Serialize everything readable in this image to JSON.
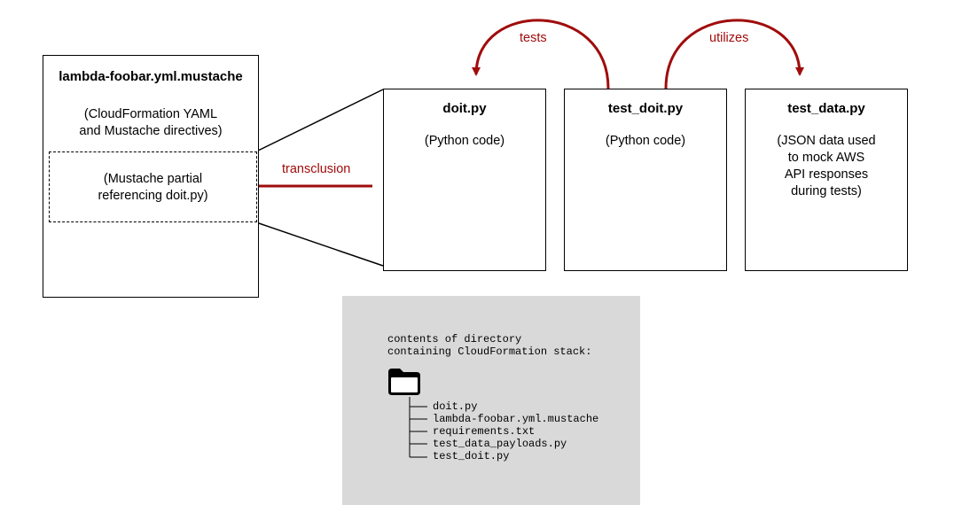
{
  "template": {
    "title": "lambda-foobar.yml.mustache",
    "description_lines": [
      "(CloudFormation YAML",
      "and Mustache directives)"
    ],
    "partial_lines": [
      "(Mustache partial",
      "referencing doit.py)"
    ]
  },
  "doit": {
    "title": "doit.py",
    "description": "(Python code)"
  },
  "test_doit": {
    "title": "test_doit.py",
    "description": "(Python code)"
  },
  "test_data": {
    "title": "test_data.py",
    "description_lines": [
      "(JSON data used",
      "to mock AWS",
      "API responses",
      "during tests)"
    ]
  },
  "arrows": {
    "tests": "tests",
    "utilizes": "utilizes",
    "transclusion": "transclusion"
  },
  "directory": {
    "heading_lines": [
      "contents of directory",
      "containing CloudFormation stack:"
    ],
    "files": [
      "doit.py",
      "lambda-foobar.yml.mustache",
      "requirements.txt",
      "test_data_payloads.py",
      "test_doit.py"
    ]
  },
  "colors": {
    "arrow": "#a00c0c",
    "panel": "#d9d9d9"
  }
}
